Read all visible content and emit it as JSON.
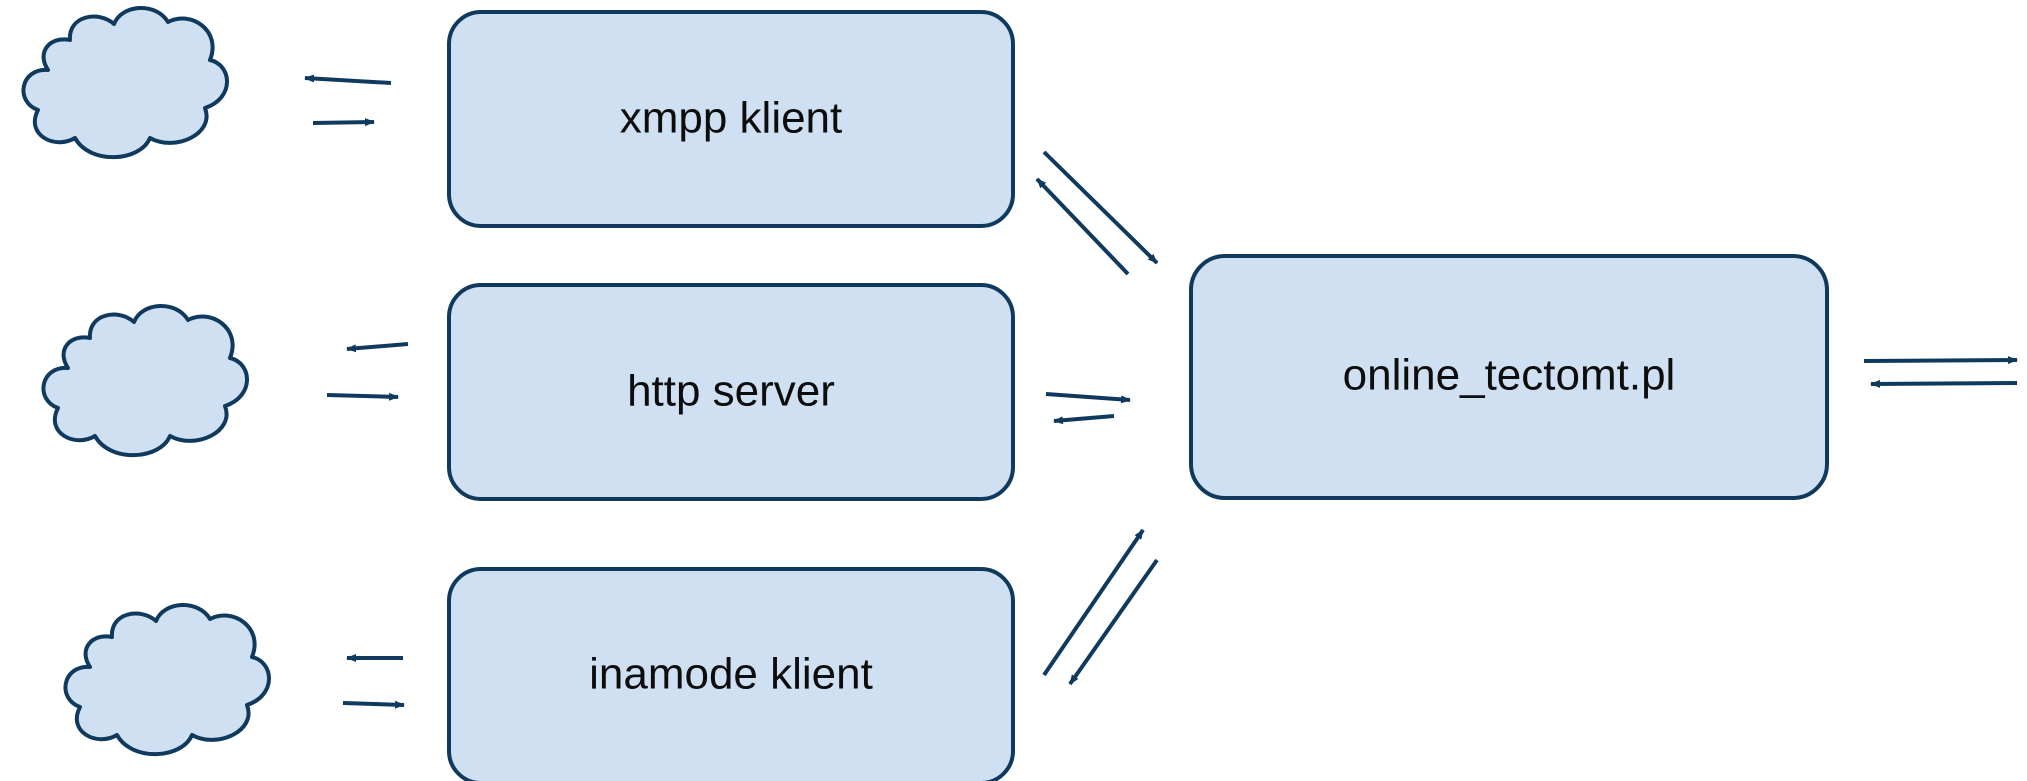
{
  "colors": {
    "box_fill": "#cfe0f2",
    "box_stroke": "#0f3a5e",
    "arrow": "#0f3a5e",
    "text": "#0d0d0d",
    "background": "#ffffff"
  },
  "boxes": [
    {
      "id": "xmpp",
      "label": "xmpp klient"
    },
    {
      "id": "http",
      "label": "http server"
    },
    {
      "id": "inamode",
      "label": "inamode klient"
    },
    {
      "id": "online",
      "label": "online_tectomt.pl"
    }
  ],
  "clouds": [
    {
      "id": "cloud-xmpp",
      "icon": "cloud-icon"
    },
    {
      "id": "cloud-http",
      "icon": "cloud-icon"
    },
    {
      "id": "cloud-inamode",
      "icon": "cloud-icon"
    }
  ],
  "arrows": [
    {
      "id": "arrow-xmpp-to-cloud",
      "icon": "arrow-left-icon"
    },
    {
      "id": "arrow-cloud-to-xmpp",
      "icon": "arrow-right-icon"
    },
    {
      "id": "arrow-http-to-cloud",
      "icon": "arrow-left-icon"
    },
    {
      "id": "arrow-cloud-to-http",
      "icon": "arrow-right-icon"
    },
    {
      "id": "arrow-inamode-to-cloud",
      "icon": "arrow-left-icon"
    },
    {
      "id": "arrow-cloud-to-inamode",
      "icon": "arrow-right-icon"
    },
    {
      "id": "arrow-xmpp-to-online",
      "icon": "arrow-down-right-icon"
    },
    {
      "id": "arrow-online-to-xmpp",
      "icon": "arrow-up-left-icon"
    },
    {
      "id": "arrow-http-to-online",
      "icon": "arrow-right-icon"
    },
    {
      "id": "arrow-online-to-http",
      "icon": "arrow-left-icon"
    },
    {
      "id": "arrow-inamode-to-online",
      "icon": "arrow-up-right-icon"
    },
    {
      "id": "arrow-online-to-inamode",
      "icon": "arrow-down-left-icon"
    },
    {
      "id": "arrow-online-out",
      "icon": "arrow-right-icon"
    },
    {
      "id": "arrow-online-in",
      "icon": "arrow-left-icon"
    }
  ]
}
